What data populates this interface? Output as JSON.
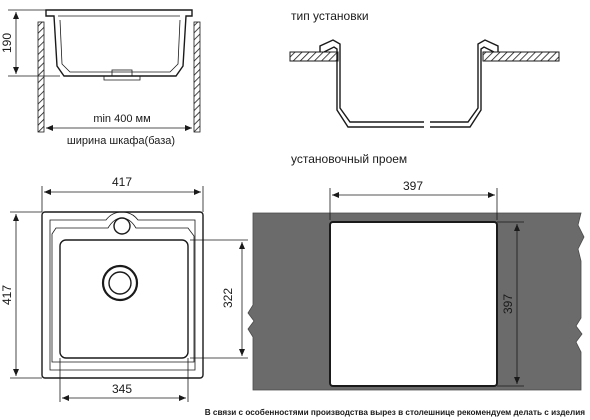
{
  "side_view": {
    "height_dim": "190",
    "min_width": "min 400 мм",
    "cabinet_label": "ширина шкафа(база)"
  },
  "install_type": {
    "title": "тип установки"
  },
  "top_view": {
    "width_dim": "417",
    "height_dim": "417",
    "depth_dim": "322",
    "bowl_width_dim": "345"
  },
  "cutout": {
    "title": "установочный проем",
    "width_dim": "397",
    "height_dim": "397",
    "countertop_color": "#6b6b6b"
  },
  "note": "В связи с особенностями производства вырез в столешнице рекомендуем делать с изделия"
}
